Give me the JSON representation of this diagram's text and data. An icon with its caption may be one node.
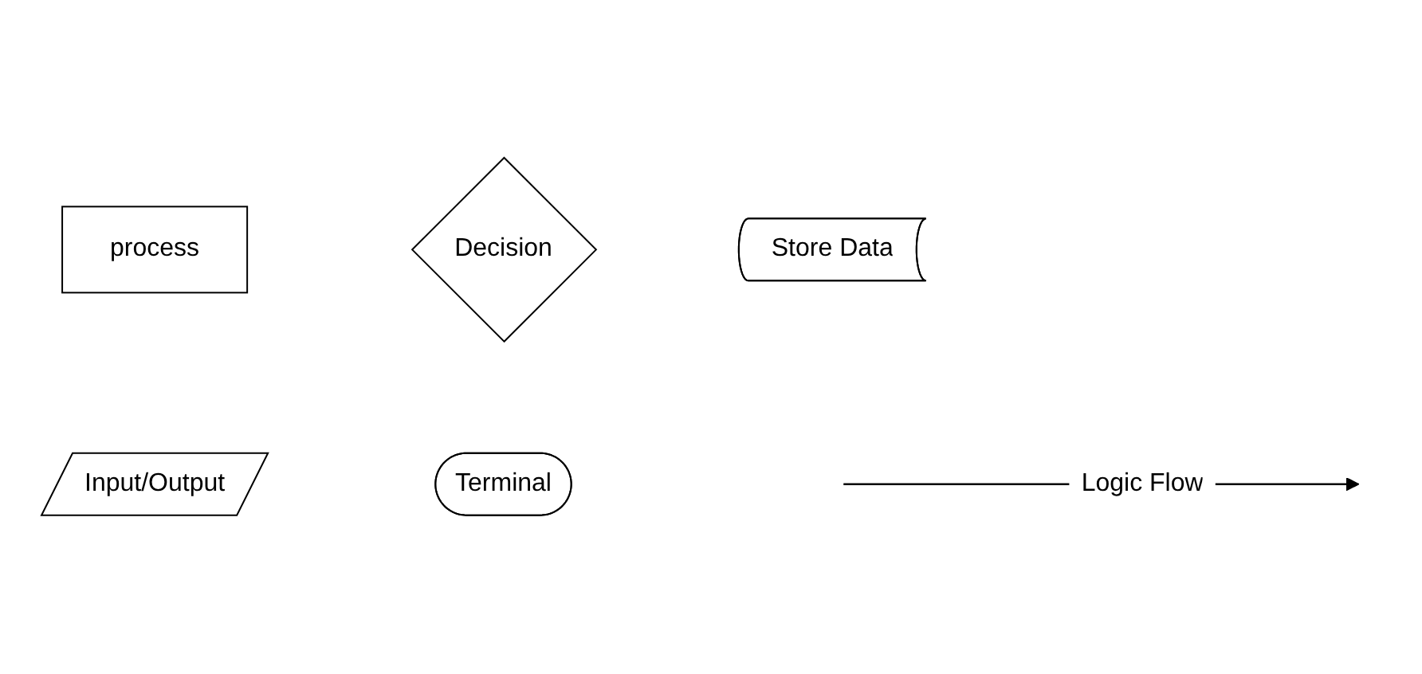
{
  "diagram": {
    "nodes": [
      {
        "text": [
          "process"
        ]
      },
      {
        "text": [
          "Decision"
        ]
      },
      {
        "text": [
          "Store Data"
        ]
      },
      {
        "text": [
          "Input/Output"
        ]
      },
      {
        "text": [
          "Terminal"
        ]
      },
      {
        "text": [
          "Logic Flow"
        ]
      }
    ],
    "edges": [
      {
        "from": null,
        "to": 5,
        "arrow": "none"
      },
      {
        "from": 5,
        "to": null,
        "arrow": "to"
      }
    ]
  }
}
